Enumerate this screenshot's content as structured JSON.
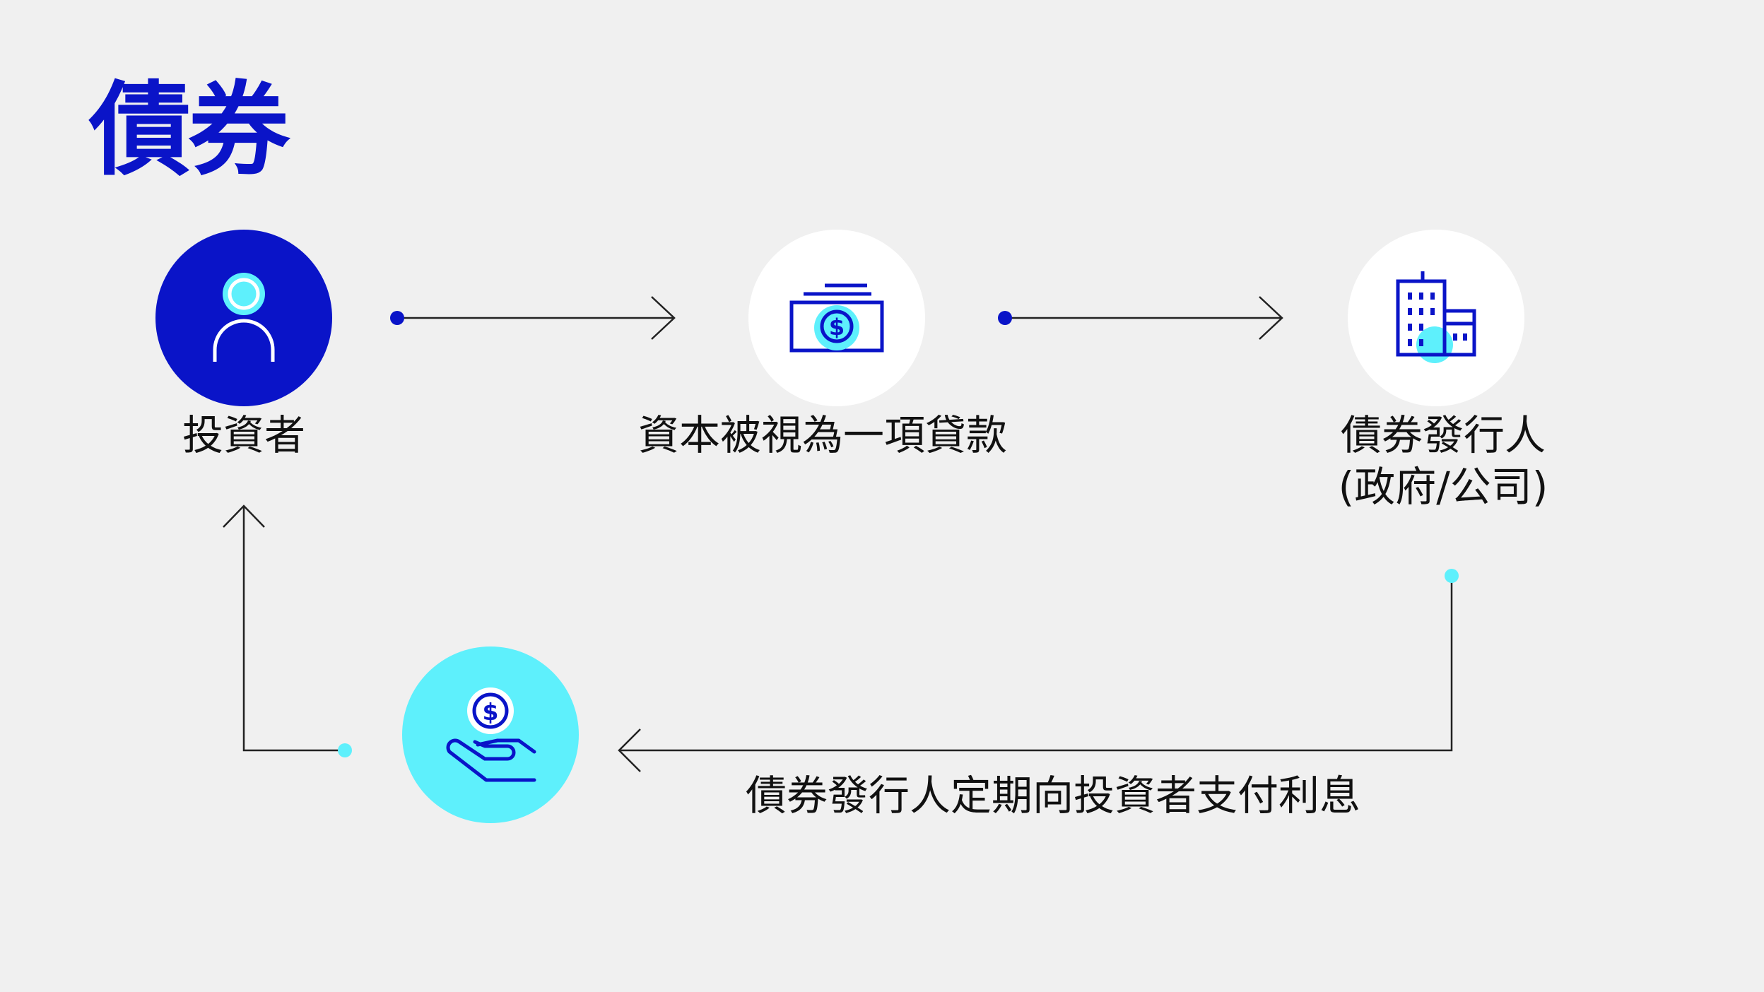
{
  "title": "債券",
  "nodes": {
    "investor": {
      "label": "投資者"
    },
    "loan": {
      "label": "資本被視為一項貸款"
    },
    "issuer": {
      "label_line1": "債券發行人",
      "label_line2": "(政府/公司)"
    },
    "interest": {
      "label": "債券發行人定期向投資者支付利息"
    }
  },
  "colors": {
    "navy": "#0a14c8",
    "cyan": "#5ef0fc",
    "white": "#ffffff",
    "line": "#222222",
    "background": "#f0f0f0"
  },
  "icons": {
    "investor": "person-icon",
    "loan": "banknote-stack-icon",
    "issuer": "office-buildings-icon",
    "interest": "hand-coin-icon"
  }
}
